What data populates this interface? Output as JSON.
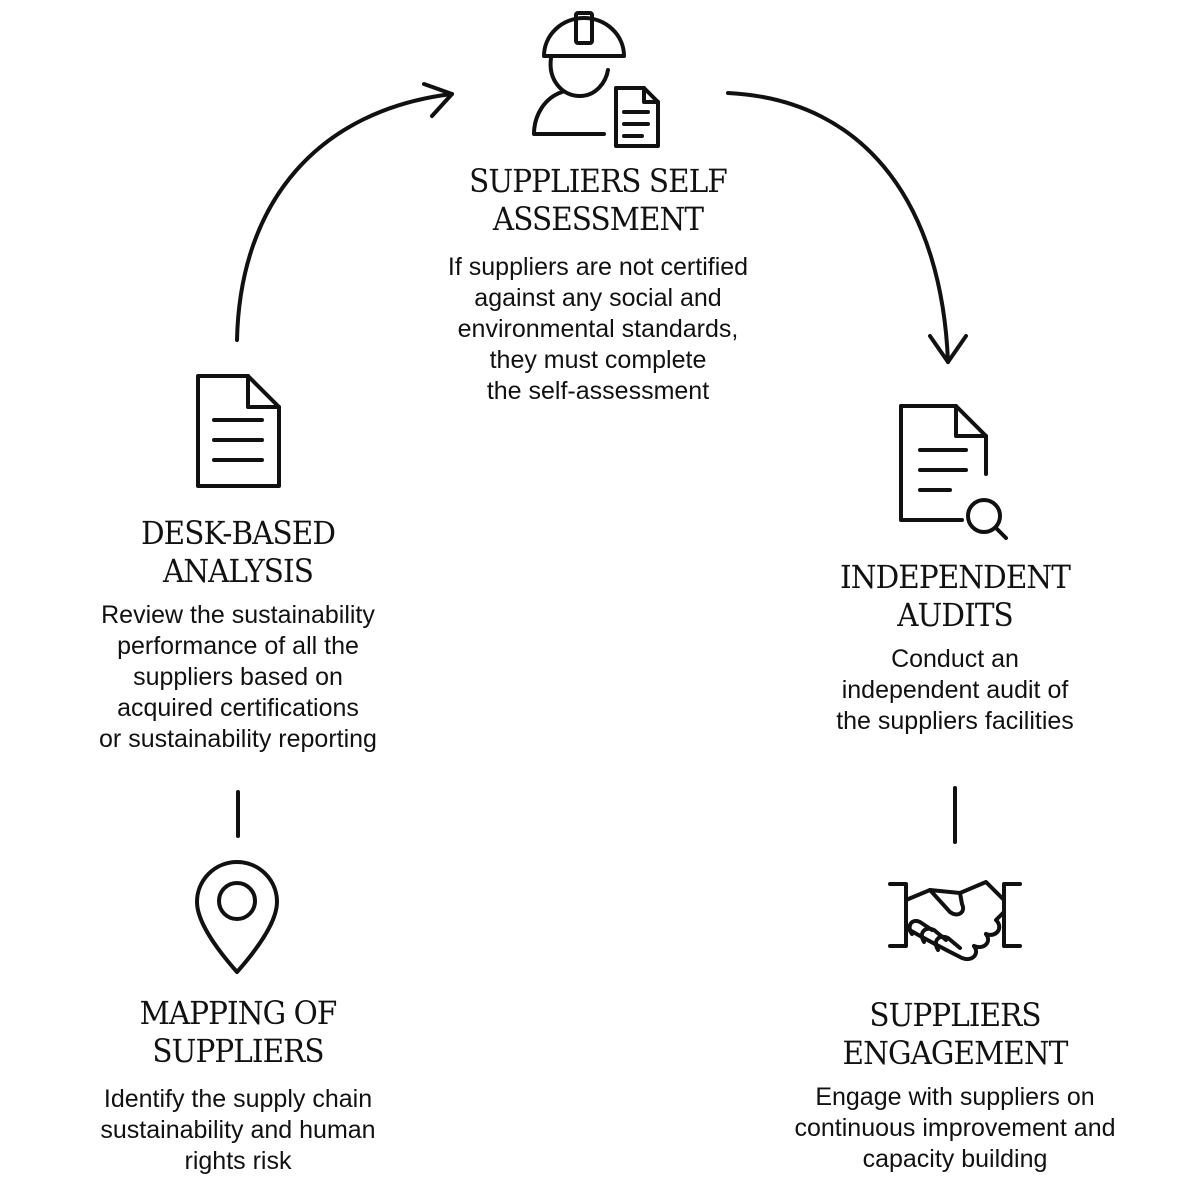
{
  "steps": {
    "self_assessment": {
      "title_line1": "SUPPLIERS SELF",
      "title_line2": "ASSESSMENT",
      "description": "If suppliers are not certified\nagainst any social and\nenvironmental standards,\nthey must complete\nthe self-assessment",
      "icon": "worker-with-document-icon"
    },
    "independent_audits": {
      "title_line1": "INDEPENDENT",
      "title_line2": "AUDITS",
      "description": "Conduct an\nindependent audit of\nthe suppliers facilities",
      "icon": "document-search-icon"
    },
    "desk_based_analysis": {
      "title_line1": "DESK-BASED",
      "title_line2": "ANALYSIS",
      "description": "Review the sustainability\nperformance of all the\nsuppliers based on\nacquired certifications\nor sustainability reporting",
      "icon": "document-icon"
    },
    "mapping": {
      "title_line1": "MAPPING OF",
      "title_line2": "SUPPLIERS",
      "description": "Identify the supply chain\nsustainability and human\nrights risk",
      "icon": "location-pin-icon"
    },
    "engagement": {
      "title_line1": "SUPPLIERS",
      "title_line2": "ENGAGEMENT",
      "description": "Engage with suppliers on\ncontinuous improvement and\ncapacity building",
      "icon": "handshake-icon"
    }
  },
  "colors": {
    "ink": "#111111",
    "background": "#ffffff"
  }
}
